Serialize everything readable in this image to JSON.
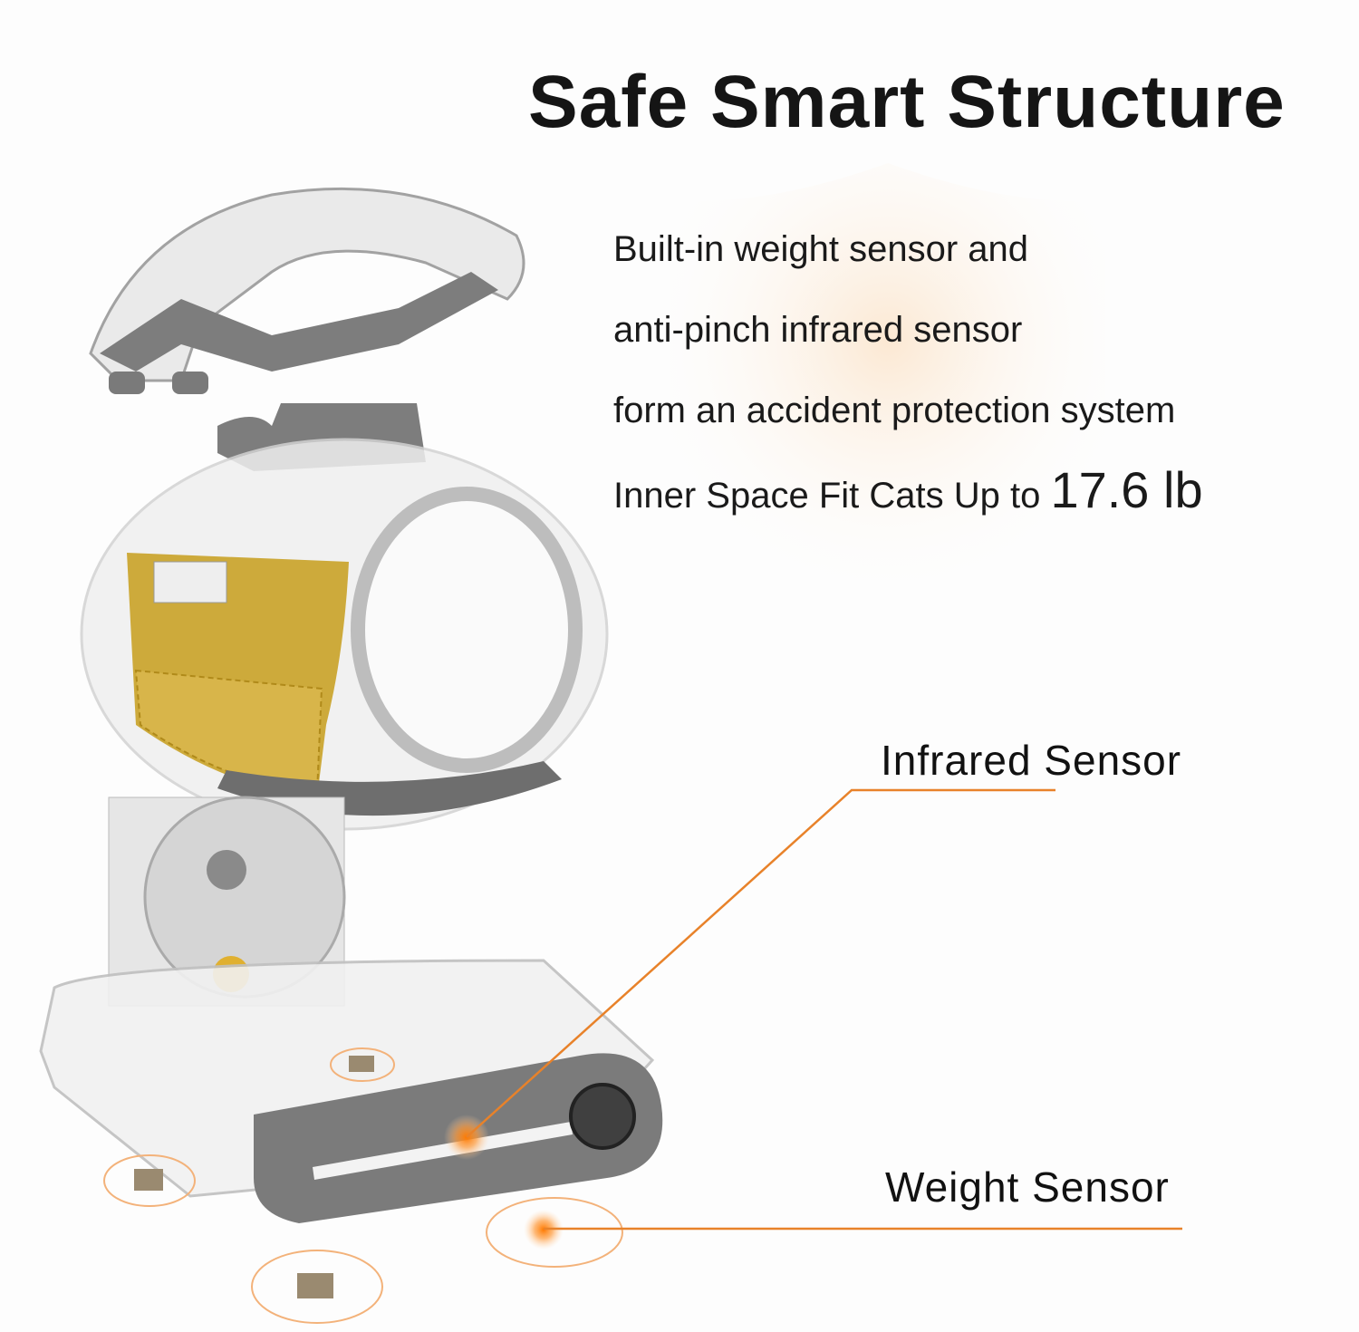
{
  "title": "Safe Smart Structure",
  "description": {
    "line1": "Built-in weight sensor and",
    "line2": "anti-pinch infrared sensor",
    "line3": "form an accident protection system",
    "line4_prefix": "Inner Space Fit Cats Up to ",
    "line4_value": "17.6 lb"
  },
  "callouts": {
    "infrared": "Infrared Sensor",
    "weight": "Weight Sensor"
  },
  "colors": {
    "accent": "#e8822a",
    "product_gray": "#7a7a7a",
    "filter_yellow": "#c9a227"
  }
}
